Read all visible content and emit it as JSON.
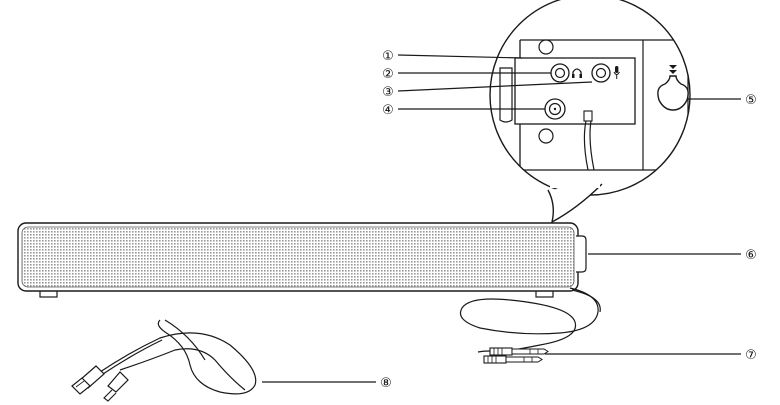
{
  "callouts": [
    {
      "id": "callout-1",
      "label": "①"
    },
    {
      "id": "callout-2",
      "label": "②"
    },
    {
      "id": "callout-3",
      "label": "③"
    },
    {
      "id": "callout-4",
      "label": "④"
    },
    {
      "id": "callout-5",
      "label": "⑤"
    },
    {
      "id": "callout-6",
      "label": "⑥"
    },
    {
      "id": "callout-7",
      "label": "⑦"
    },
    {
      "id": "callout-8",
      "label": "⑧"
    }
  ],
  "icons": {
    "headphone": "headphone-icon",
    "microphone": "microphone-icon",
    "volume_arrows": "volume-arrows-icon"
  },
  "colors": {
    "line": "#1a1a1a",
    "grille": "#d9d9d9",
    "background": "#ffffff"
  }
}
